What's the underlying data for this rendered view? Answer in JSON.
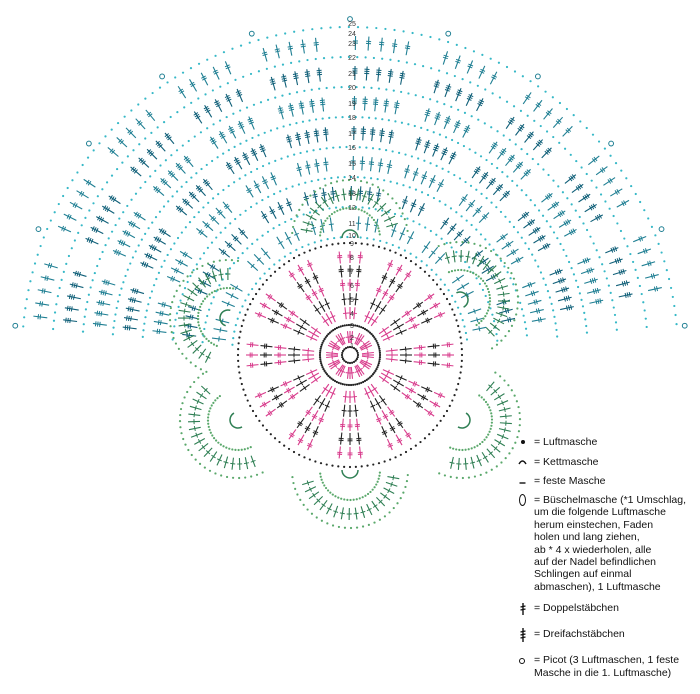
{
  "colors": {
    "cyan": "#36b8c7",
    "teal": "#1f7f93",
    "dark_teal": "#0f5f78",
    "green": "#5aa86b",
    "dark_green": "#2f7f54",
    "pink": "#d83c8c",
    "black": "#222222"
  },
  "diagram": {
    "row_numbers": [
      "1",
      "2",
      "3",
      "4",
      "5",
      "6",
      "7",
      "8",
      "9",
      "10",
      "11",
      "12",
      "13",
      "14",
      "15",
      "16",
      "17",
      "18",
      "19",
      "20",
      "21",
      "22",
      "23",
      "24",
      "25"
    ]
  },
  "legend": [
    {
      "icon": "dot-icon",
      "label": "= Luftmasche"
    },
    {
      "icon": "slip-stitch-icon",
      "label": "= Kettmasche"
    },
    {
      "icon": "single-crochet-icon",
      "label": "= feste Masche"
    },
    {
      "icon": "cluster-oval-icon",
      "label": "= Büschelmasche (*1 Umschlag,\num die folgende Luftmasche\nherum einstechen, Faden\nholen und lang ziehen,\nab * 4 x wiederholen, alle\nauf der Nadel befindlichen\nSchlingen auf einmal\nabmaschen), 1 Luftmasche"
    },
    {
      "icon": "double-treble-icon",
      "label": "= Doppelstäbchen"
    },
    {
      "icon": "triple-treble-icon",
      "label": "= Dreifachstäbchen"
    },
    {
      "icon": "picot-icon",
      "label": "= Picot (3 Luftmaschen, 1 feste\nMasche in die 1. Luftmasche)"
    }
  ]
}
